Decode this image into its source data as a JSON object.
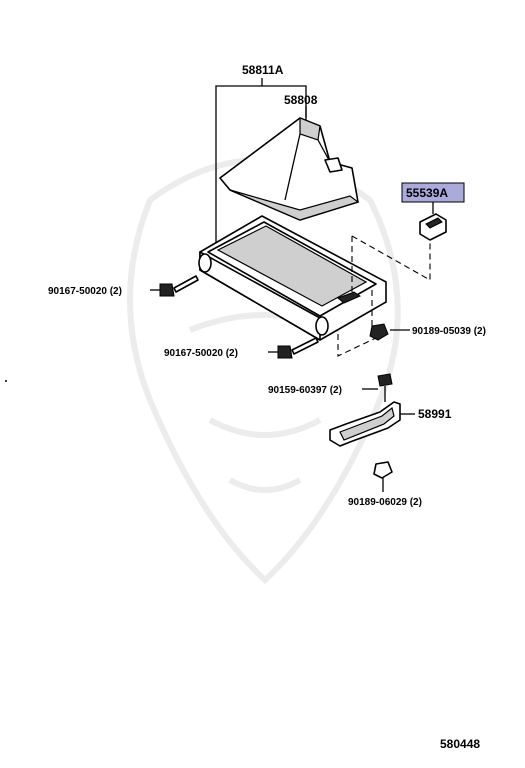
{
  "parts": {
    "assembly": "58811A",
    "boot": "58808",
    "clip": "55539A",
    "screw_left": "90167-50020 (2)",
    "screw_bottom": "90167-50020 (2)",
    "nut_right": "90189-05039 (2)",
    "bolt": "90159-60397 (2)",
    "bracket": "58991",
    "nut_bottom": "90189-06029 (2)"
  },
  "diagram_id": "580448",
  "colors": {
    "highlight_fill": "#aaaadd",
    "highlight_border": "#000000"
  }
}
